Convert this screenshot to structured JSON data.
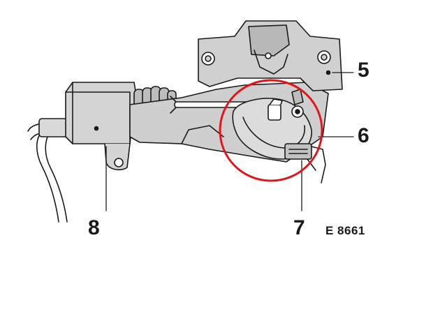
{
  "callouts": {
    "item_5": "5",
    "item_6": "6",
    "item_7": "7",
    "item_8": "8"
  },
  "reference_code": "E 8661",
  "colors": {
    "line": "#1a1a1a",
    "part_fill": "#c9c9c9",
    "highlight_ring": "#e0161b",
    "background": "#ffffff"
  }
}
